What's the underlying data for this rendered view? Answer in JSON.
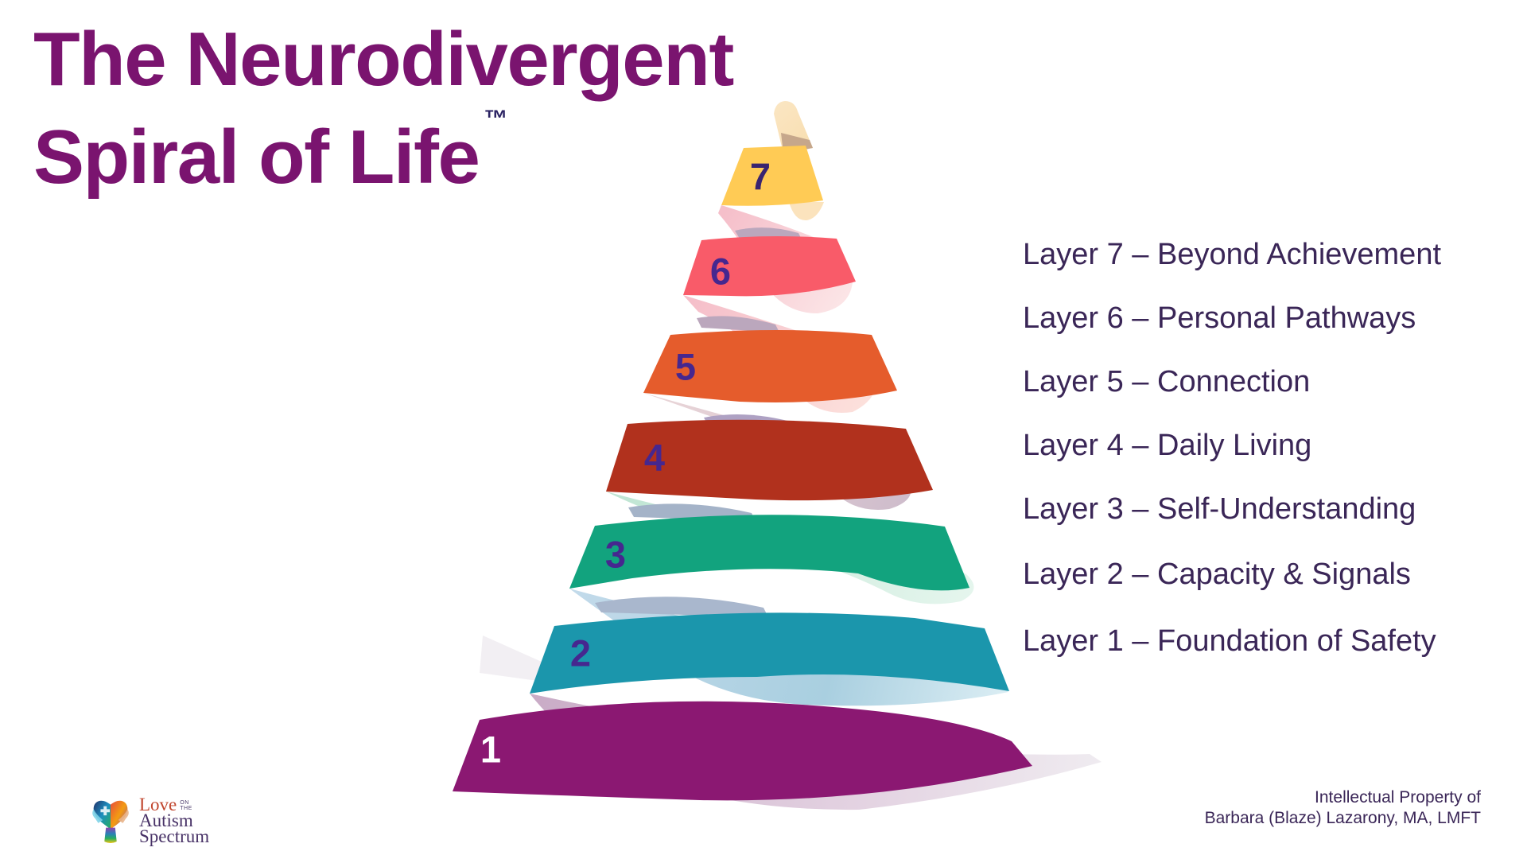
{
  "title": {
    "line1": "The Neurodivergent",
    "line2": "Spiral of Life",
    "trademark": "™",
    "color": "#7A146F"
  },
  "legend": {
    "text_color": "#3A2657",
    "items": [
      "Layer 7 – Beyond Achievement",
      "Layer 6 – Personal Pathways",
      "Layer 5 – Connection",
      "Layer 4 – Daily Living",
      "Layer 3 – Self-Understanding",
      "Layer 2 – Capacity & Signals",
      "Layer 1 – Foundation of Safety"
    ]
  },
  "spiral": {
    "description": "cone-shaped spiral ribbon with 7 numbered layers, bottom to top",
    "layers": [
      {
        "number": "1",
        "band_color": "#8B1872",
        "number_color": "#FFFFFF"
      },
      {
        "number": "2",
        "band_color": "#1B96AC",
        "number_color": "#46278F"
      },
      {
        "number": "3",
        "band_color": "#12A37E",
        "number_color": "#46278F"
      },
      {
        "number": "4",
        "band_color": "#B1311D",
        "number_color": "#46278F"
      },
      {
        "number": "5",
        "band_color": "#E55C2C",
        "number_color": "#46278F"
      },
      {
        "number": "6",
        "band_color": "#F95B69",
        "number_color": "#46278F"
      },
      {
        "number": "7",
        "band_color": "#FFCB55",
        "number_color": "#3A2470"
      }
    ],
    "ribbon_tints": {
      "pink": "#F5BFCA",
      "mint": "#BFE5D3",
      "blue": "#BCD9E8",
      "mauve": "#C9ABC6",
      "cream": "#FBE6C3",
      "gray_sliver": "#BBA7BD"
    }
  },
  "logo": {
    "love": "Love",
    "on": "on",
    "the": "the",
    "autism": "Autism",
    "spectrum": "Spectrum"
  },
  "footer": {
    "line1": "Intellectual Property of",
    "line2": "Barbara (Blaze) Lazarony, MA, LMFT"
  }
}
